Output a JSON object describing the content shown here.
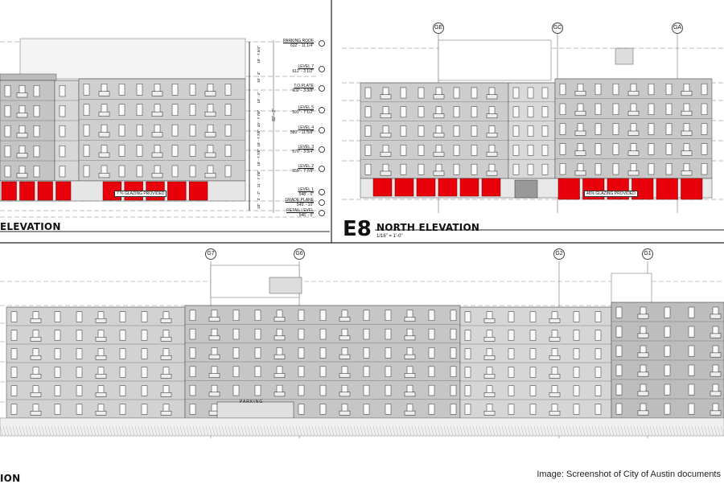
{
  "west_elevation": {
    "title": "ELEVATION",
    "glazing_note": "7 % GLAZING PROVIDED",
    "levels": [
      {
        "name": "PARKING ROOF",
        "elev": "622' - 11 1/4\""
      },
      {
        "name": "LEVEL 7",
        "elev": "612' - 3 1/2\""
      },
      {
        "name": "T.O.PLATE",
        "elev": "602' - 3 3/8\""
      },
      {
        "name": "LEVEL 5",
        "elev": "591' - 7 1/2\""
      },
      {
        "name": "LEVEL 4",
        "elev": "580' - 11 5/8\""
      },
      {
        "name": "LEVEL 3",
        "elev": "570' - 3 3/4\""
      },
      {
        "name": "LEVEL 2",
        "elev": "559' - 7 7/8\""
      },
      {
        "name": "LEVEL 1",
        "elev": "548' - 0\""
      },
      {
        "name": "GRADE PLANE",
        "elev": "545' - 10\""
      },
      {
        "name": "RETAIL LEVEL",
        "elev": "545' - 0\""
      }
    ],
    "dims": [
      "10' - 7 3/4\"",
      "10' - 4\"",
      "10' - 4\"",
      "10' - 7 7/8\"",
      "10' - 7 7/8\"",
      "10' - 7 7/8\"",
      "11' - 7 7/8\"",
      "2' - 2\"",
      "10\""
    ],
    "overall_dim": "82' - 2\""
  },
  "north_elevation": {
    "id": "E8",
    "title": "NORTH ELEVATION",
    "scale": "1/16\" = 1'-0\"",
    "glazing_note": "46% GLAZING PROVIDED",
    "gridlines": [
      "GE",
      "GC",
      "GA"
    ]
  },
  "bottom_elevation": {
    "title": "ION",
    "gridlines": [
      "G7",
      "G6",
      "G2",
      "G1"
    ],
    "label_parking": "PARKING"
  },
  "caption": "Image: Screenshot of City of Austin documents",
  "colors": {
    "retail_glazing": "#e8000b",
    "line": "#333333",
    "facade": "#c9c9c9"
  }
}
